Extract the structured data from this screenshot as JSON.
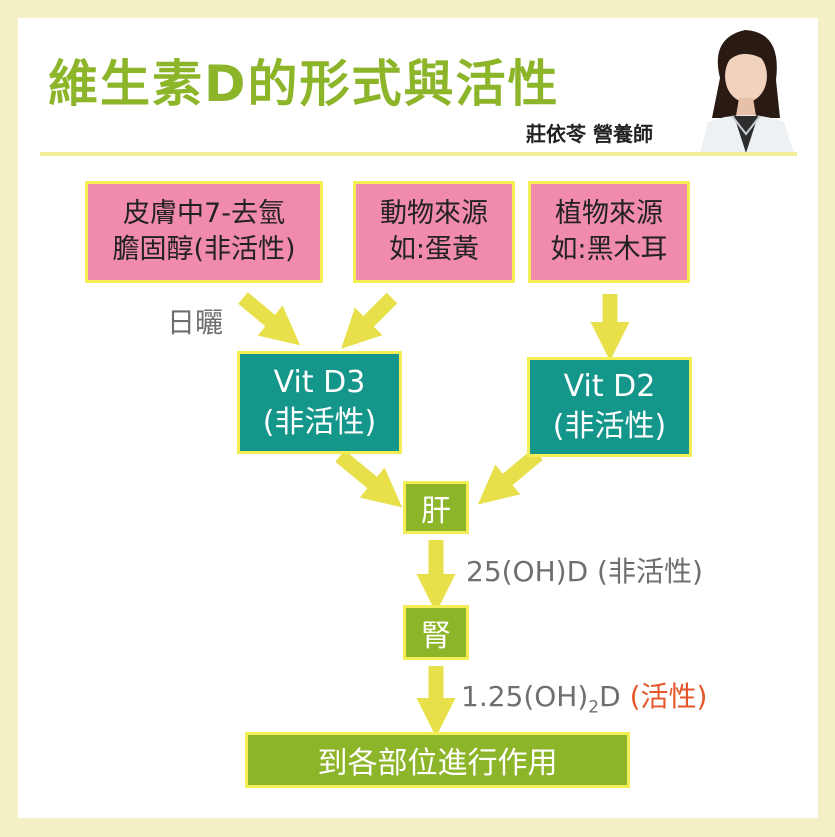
{
  "title": "維生素D的形式與活性",
  "author": "莊依苓 營養師",
  "sources": {
    "skin": "皮膚中7-去氫\n膽固醇(非活性)",
    "animal": "動物來源\n如:蛋黃",
    "plant": "植物來源\n如:黑木耳"
  },
  "sunlight_label": "日曬",
  "vit_d3": "Vit D3\n(非活性)",
  "vit_d2": "Vit D2\n(非活性)",
  "liver": "肝",
  "liver_output": "25(OH)D (非活性)",
  "kidney": "腎",
  "kidney_output": {
    "prefix": "1.25(OH)",
    "subscript": "2",
    "suffix": "D ",
    "active": "(活性)"
  },
  "final": "到各部位進行作用",
  "colors": {
    "title_green": "#8db52a",
    "pink_box": "#f08bab",
    "teal_box": "#14968a",
    "green_box": "#8db52a",
    "box_border": "#f3ee55",
    "arrow": "#e8e04a",
    "active_text": "#e5572a",
    "frame": "#f4f0c6"
  }
}
